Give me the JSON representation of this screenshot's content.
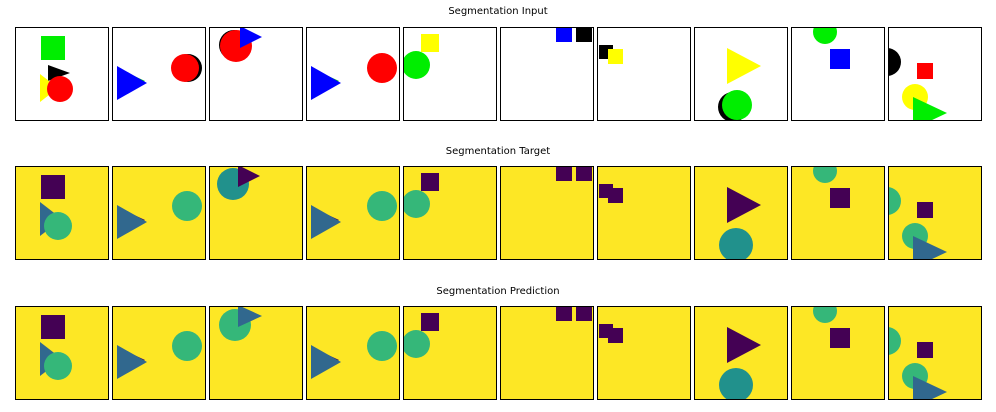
{
  "rows": [
    {
      "title": "Segmentation Input",
      "background": "#ffffff",
      "panels": [
        [
          {
            "shape": "square",
            "color": "#00ee00"
          },
          {
            "shape": "triangle-right",
            "color": "#000000"
          },
          {
            "shape": "triangle-right",
            "color": "#ffff00"
          },
          {
            "shape": "circle",
            "color": "#ff0000"
          }
        ],
        [
          {
            "shape": "triangle-right",
            "color": "#00cc00"
          },
          {
            "shape": "triangle-right",
            "color": "#0000ff"
          },
          {
            "shape": "circle",
            "color": "#000000"
          },
          {
            "shape": "circle",
            "color": "#ff0000"
          }
        ],
        [
          {
            "shape": "circle",
            "color": "#000000"
          },
          {
            "shape": "circle",
            "color": "#ff0000"
          },
          {
            "shape": "triangle-right",
            "color": "#0000ff"
          }
        ],
        [
          {
            "shape": "triangle-right",
            "color": "#00cc00"
          },
          {
            "shape": "triangle-right",
            "color": "#0000ff"
          },
          {
            "shape": "circle",
            "color": "#ff0000"
          }
        ],
        [
          {
            "shape": "square",
            "color": "#ffff00"
          },
          {
            "shape": "circle",
            "color": "#00ee00"
          }
        ],
        [
          {
            "shape": "square",
            "color": "#0000ff"
          },
          {
            "shape": "square",
            "color": "#000000"
          }
        ],
        [
          {
            "shape": "square",
            "color": "#000000"
          },
          {
            "shape": "square",
            "color": "#ffff00"
          }
        ],
        [
          {
            "shape": "triangle-right",
            "color": "#ffff00"
          },
          {
            "shape": "circle",
            "color": "#000000"
          },
          {
            "shape": "circle",
            "color": "#00ee00"
          }
        ],
        [
          {
            "shape": "circle",
            "color": "#00ee00"
          },
          {
            "shape": "square",
            "color": "#0000ff"
          }
        ],
        [
          {
            "shape": "circle",
            "color": "#000000"
          },
          {
            "shape": "square",
            "color": "#ff0000"
          },
          {
            "shape": "circle",
            "color": "#ffff00"
          },
          {
            "shape": "triangle-right",
            "color": "#00ee00"
          }
        ]
      ]
    },
    {
      "title": "Segmentation Target",
      "background": "#fde725",
      "panels": [
        [
          {
            "shape": "square",
            "color": "#440154"
          },
          {
            "shape": "triangle-right",
            "color": "#31688e"
          },
          {
            "shape": "circle",
            "color": "#35b779"
          }
        ],
        [
          {
            "shape": "triangle-right",
            "color": "#440154"
          },
          {
            "shape": "triangle-right",
            "color": "#31688e"
          },
          {
            "shape": "circle",
            "color": "#35b779"
          }
        ],
        [
          {
            "shape": "circle",
            "color": "#21918c"
          },
          {
            "shape": "triangle-right",
            "color": "#440154"
          }
        ],
        [
          {
            "shape": "triangle-right",
            "color": "#440154"
          },
          {
            "shape": "triangle-right",
            "color": "#31688e"
          },
          {
            "shape": "circle",
            "color": "#35b779"
          }
        ],
        [
          {
            "shape": "square",
            "color": "#440154"
          },
          {
            "shape": "circle",
            "color": "#35b779"
          }
        ],
        [
          {
            "shape": "square",
            "color": "#440154"
          },
          {
            "shape": "square",
            "color": "#440154"
          }
        ],
        [
          {
            "shape": "square",
            "color": "#440154"
          },
          {
            "shape": "square",
            "color": "#440154"
          }
        ],
        [
          {
            "shape": "triangle-right",
            "color": "#440154"
          },
          {
            "shape": "circle",
            "color": "#21918c"
          }
        ],
        [
          {
            "shape": "circle",
            "color": "#35b779"
          },
          {
            "shape": "square",
            "color": "#440154"
          }
        ],
        [
          {
            "shape": "circle",
            "color": "#35b779"
          },
          {
            "shape": "square",
            "color": "#440154"
          },
          {
            "shape": "circle",
            "color": "#35b779"
          },
          {
            "shape": "triangle-right",
            "color": "#31688e"
          }
        ]
      ]
    },
    {
      "title": "Segmentation Prediction",
      "background": "#fde725",
      "panels": [
        [
          {
            "shape": "square",
            "color": "#440154"
          },
          {
            "shape": "triangle-right",
            "color": "#31688e"
          },
          {
            "shape": "circle",
            "color": "#35b779"
          }
        ],
        [
          {
            "shape": "triangle-right",
            "color": "#440154"
          },
          {
            "shape": "triangle-right",
            "color": "#31688e"
          },
          {
            "shape": "circle",
            "color": "#35b779"
          }
        ],
        [
          {
            "shape": "circle",
            "color": "#35b779"
          },
          {
            "shape": "triangle-right",
            "color": "#31688e"
          }
        ],
        [
          {
            "shape": "triangle-right",
            "color": "#440154"
          },
          {
            "shape": "triangle-right",
            "color": "#31688e"
          },
          {
            "shape": "circle",
            "color": "#35b779"
          }
        ],
        [
          {
            "shape": "square",
            "color": "#440154"
          },
          {
            "shape": "circle",
            "color": "#35b779"
          }
        ],
        [
          {
            "shape": "square",
            "color": "#440154"
          },
          {
            "shape": "square",
            "color": "#440154"
          }
        ],
        [
          {
            "shape": "square",
            "color": "#440154"
          },
          {
            "shape": "square",
            "color": "#440154"
          }
        ],
        [
          {
            "shape": "triangle-right",
            "color": "#440154"
          },
          {
            "shape": "circle",
            "color": "#21918c"
          }
        ],
        [
          {
            "shape": "circle",
            "color": "#35b779"
          },
          {
            "shape": "square",
            "color": "#440154"
          }
        ],
        [
          {
            "shape": "circle",
            "color": "#35b779"
          },
          {
            "shape": "square",
            "color": "#440154"
          },
          {
            "shape": "circle",
            "color": "#35b779"
          },
          {
            "shape": "triangle-right",
            "color": "#31688e"
          }
        ]
      ]
    }
  ]
}
